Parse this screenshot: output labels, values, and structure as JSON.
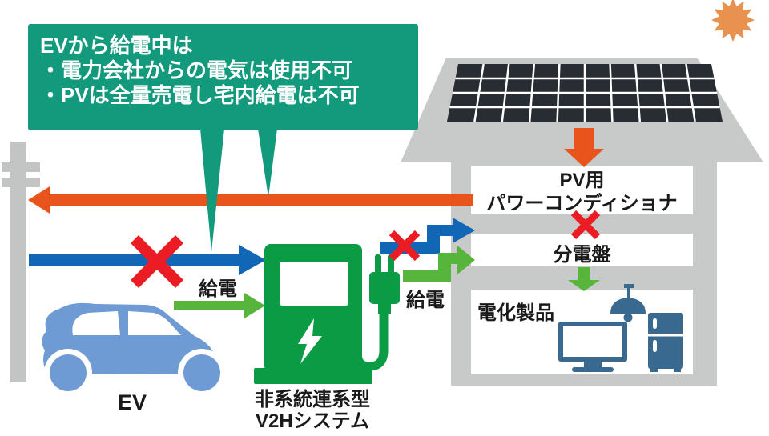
{
  "title": "EV V2H power-flow diagram (during EV discharge)",
  "callout": {
    "lines": [
      "EVから給電中は",
      "・電力会社からの電気は使用不可",
      "・PVは全量売電し宅内給電は不可"
    ]
  },
  "ev": {
    "label": "EV"
  },
  "v2h": {
    "label_line1": "非系統連系型",
    "label_line2": "V2Hシステム",
    "feed_to_station_label": "給電",
    "feed_to_house_label": "給電"
  },
  "house": {
    "pv_conditioner_line1": "PV用",
    "pv_conditioner_line2": "パワーコンディショナ",
    "distribution_board": "分電盤",
    "appliances": "電化製品"
  },
  "icons": [
    "sun-icon",
    "utility-pole-icon",
    "solar-panel-icon",
    "ev-car-icon",
    "v2h-charger-icon",
    "power-plug-icon",
    "lightning-bolt-icon",
    "pendant-light-icon",
    "tv-icon",
    "refrigerator-icon",
    "prohibited-x-icon"
  ],
  "colors": {
    "callout_green": "#13997c",
    "station_green": "#0b9b44",
    "arrow_green": "#57b53c",
    "arrow_blue": "#1167b5",
    "arrow_orange": "#e9541d",
    "cross_red": "#ec1c24",
    "car_blue": "#6f9bd4",
    "appliance_blue": "#3a698f",
    "house_gray": "#c8c9c9",
    "pole_gray": "#c3c4c4",
    "panel_dark": "#272d33",
    "sun_orange": "#e9914e",
    "text_dark": "#1a1a1a",
    "white": "#ffffff"
  }
}
